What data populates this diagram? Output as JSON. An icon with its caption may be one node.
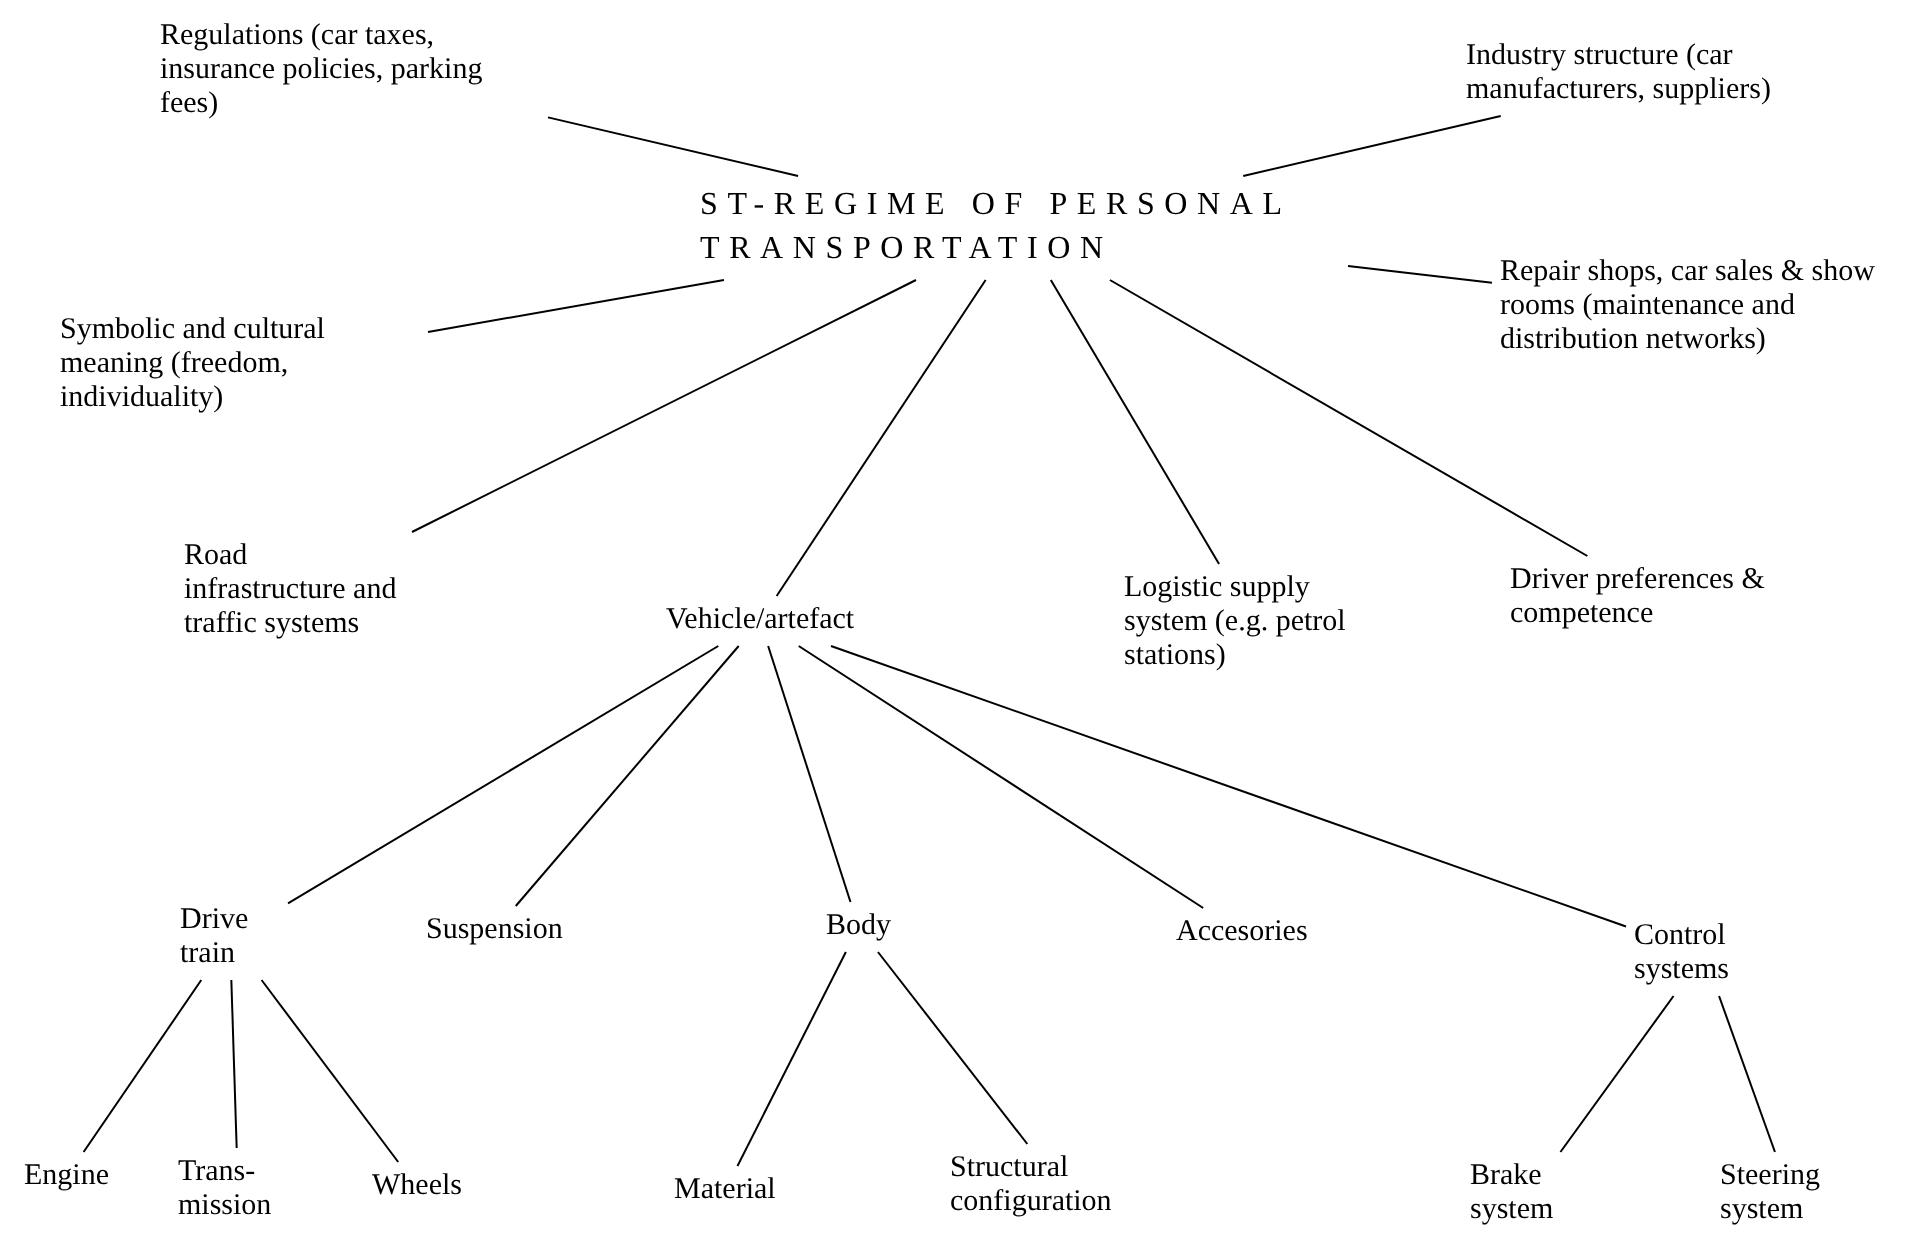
{
  "diagram": {
    "nodes": [
      {
        "text": [
          "ST-REGIME OF PERSONAL TRANSPORTATION"
        ]
      },
      {
        "text": [
          "Regulations (car taxes, insurance policies, parking fees)"
        ]
      },
      {
        "text": [
          "Industry structure (car manufacturers, suppliers)"
        ]
      },
      {
        "text": [
          "Symbolic and cultural meaning (freedom, individuality)"
        ]
      },
      {
        "text": [
          "Repair shops, car sales & show rooms (maintenance and distribution networks)"
        ]
      },
      {
        "text": [
          "Road infrastructure and traffic systems"
        ]
      },
      {
        "text": [
          "Vehicle/artefact"
        ]
      },
      {
        "text": [
          "Logistic supply system (e.g. petrol stations)"
        ]
      },
      {
        "text": [
          "Driver preferences & competence"
        ]
      },
      {
        "text": [
          "Drive train"
        ]
      },
      {
        "text": [
          "Suspension"
        ]
      },
      {
        "text": [
          "Body"
        ]
      },
      {
        "text": [
          "Accesories"
        ]
      },
      {
        "text": [
          "Control systems"
        ]
      },
      {
        "text": [
          "Engine"
        ]
      },
      {
        "text": [
          "Trans- mission"
        ]
      },
      {
        "text": [
          "Wheels"
        ]
      },
      {
        "text": [
          "Material"
        ]
      },
      {
        "text": [
          "Structural configuration"
        ]
      },
      {
        "text": [
          "Brake system"
        ]
      },
      {
        "text": [
          "Steering system"
        ]
      }
    ],
    "edges": [
      {
        "from": 0,
        "to": 1,
        "arrow": "none"
      },
      {
        "from": 0,
        "to": 2,
        "arrow": "none"
      },
      {
        "from": 0,
        "to": 3,
        "arrow": "none"
      },
      {
        "from": 0,
        "to": 4,
        "arrow": "none"
      },
      {
        "from": 0,
        "to": 5,
        "arrow": "none"
      },
      {
        "from": 0,
        "to": 6,
        "arrow": "none"
      },
      {
        "from": 0,
        "to": 7,
        "arrow": "none"
      },
      {
        "from": 0,
        "to": 8,
        "arrow": "none"
      },
      {
        "from": 6,
        "to": 9,
        "arrow": "none"
      },
      {
        "from": 6,
        "to": 10,
        "arrow": "none"
      },
      {
        "from": 6,
        "to": 11,
        "arrow": "none"
      },
      {
        "from": 6,
        "to": 12,
        "arrow": "none"
      },
      {
        "from": 6,
        "to": 13,
        "arrow": "none"
      },
      {
        "from": 9,
        "to": 14,
        "arrow": "none"
      },
      {
        "from": 9,
        "to": 15,
        "arrow": "none"
      },
      {
        "from": 9,
        "to": 16,
        "arrow": "none"
      },
      {
        "from": 11,
        "to": 17,
        "arrow": "none"
      },
      {
        "from": 11,
        "to": 18,
        "arrow": "none"
      },
      {
        "from": 13,
        "to": 19,
        "arrow": "none"
      },
      {
        "from": 13,
        "to": 20,
        "arrow": "none"
      }
    ]
  }
}
